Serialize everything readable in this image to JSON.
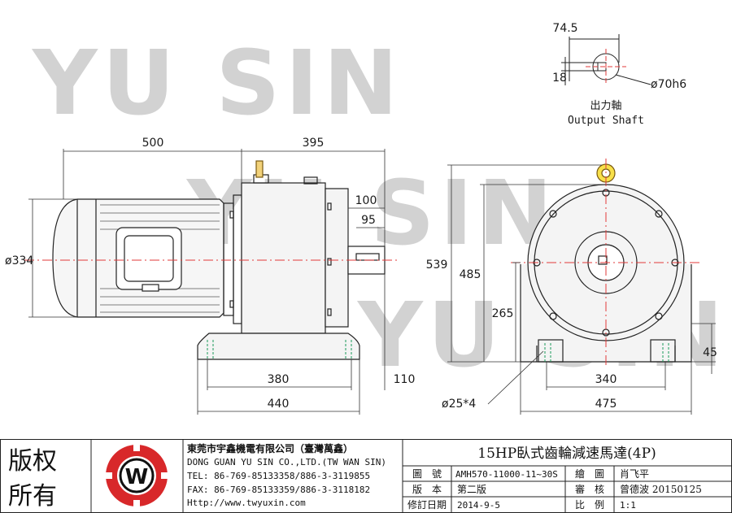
{
  "watermark": "YU SIN",
  "side_view": {
    "length_motor": "500",
    "length_gearbox": "395",
    "motor_diameter": "ø334",
    "shaft_length_total": "100",
    "shaft_length_key": "95",
    "foot_bolt_spacing": "380",
    "shaft_offset": "110",
    "foot_length": "440"
  },
  "front_view": {
    "total_height": "539",
    "eye_bolt_height": "485",
    "shaft_center_height": "265",
    "foot_height": "45",
    "foot_bolt_spacing": "340",
    "foot_width": "475",
    "bolt_holes": "ø25*4"
  },
  "shaft_detail": {
    "key_height": "74.5",
    "key_width": "18",
    "diameter": "ø70h6",
    "label_cn": "出力軸",
    "label_en": "Output Shaft"
  },
  "title_block": {
    "copyright_1": "版权",
    "copyright_2": "所有",
    "logo_letter": "W",
    "company_cn": "東莞市宇鑫機電有限公司（臺灣萬鑫）",
    "company_en": "DONG GUAN YU SIN CO.,LTD.(TW WAN SIN)",
    "tel": "TEL: 86-769-85133358/886-3-3119855",
    "fax": "FAX: 86-769-85133359/886-3-3118182",
    "website": "Http://www.twyuxin.com",
    "title": "15HP臥式齒輪減速馬達(4P)",
    "labels": {
      "drawing_no": "圖　號",
      "drawn_by": "繪　圖",
      "version": "版　本",
      "reviewer": "審　核",
      "revision_date": "修訂日期",
      "scale": "比　例"
    },
    "drawing_no": "AMH570-11000-11~30S",
    "drawn_by": "肖飞平",
    "version": "第二版",
    "reviewer": "曾德波 20150125",
    "revision_date": "2014-9-5",
    "scale": "1:1"
  }
}
